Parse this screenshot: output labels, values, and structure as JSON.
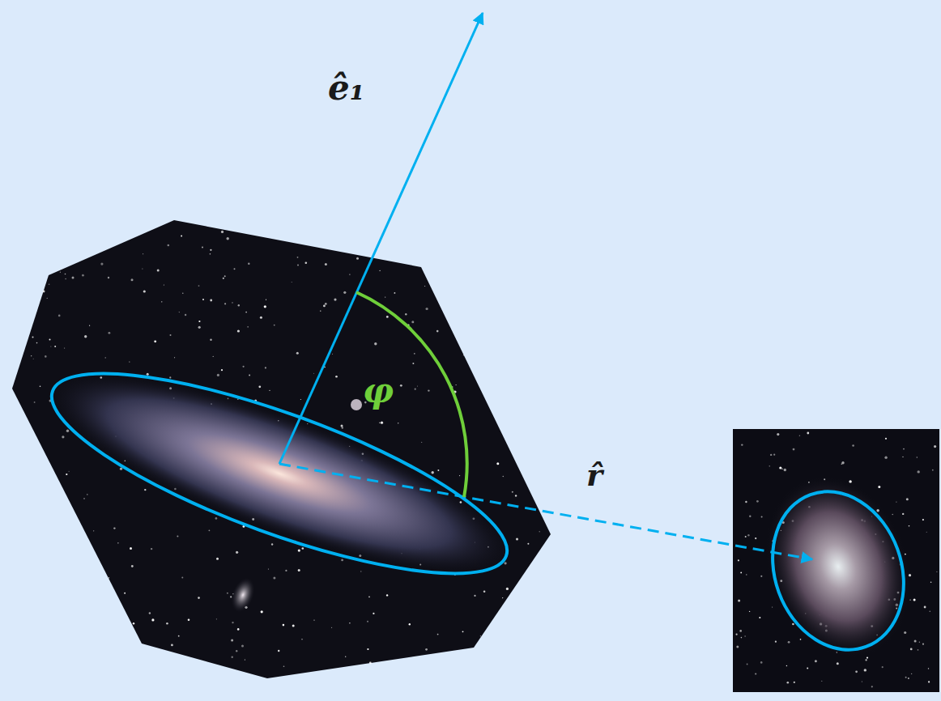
{
  "diagram": {
    "labels": [
      "ê₁",
      "φ",
      "r̂"
    ]
  }
}
